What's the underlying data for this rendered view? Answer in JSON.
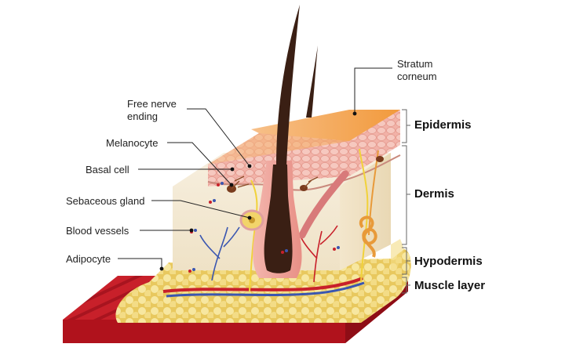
{
  "labels": {
    "stratum_corneum_line1": "Stratum",
    "stratum_corneum_line2": "corneum",
    "free_nerve_line1": "Free nerve",
    "free_nerve_line2": "ending",
    "melanocyte": "Melanocyte",
    "basal_cell": "Basal cell",
    "sebaceous_gland": "Sebaceous gland",
    "blood_vessels": "Blood vessels",
    "adipocyte": "Adipocyte"
  },
  "layers": {
    "epidermis": "Epidermis",
    "dermis": "Dermis",
    "hypodermis": "Hypodermis",
    "muscle_layer": "Muscle layer"
  },
  "colors": {
    "muscle": "#c8202a",
    "fat": "#f3df8a",
    "dermis": "#f5ecd9",
    "epidermis_top": "#f2a24a",
    "epidermis_cells": "#f2b2a8",
    "hair": "#3a1f14",
    "follicle": "#f0a8a0",
    "nerve": "#f1d23a",
    "artery": "#c8202a",
    "vein": "#3a56b0"
  }
}
